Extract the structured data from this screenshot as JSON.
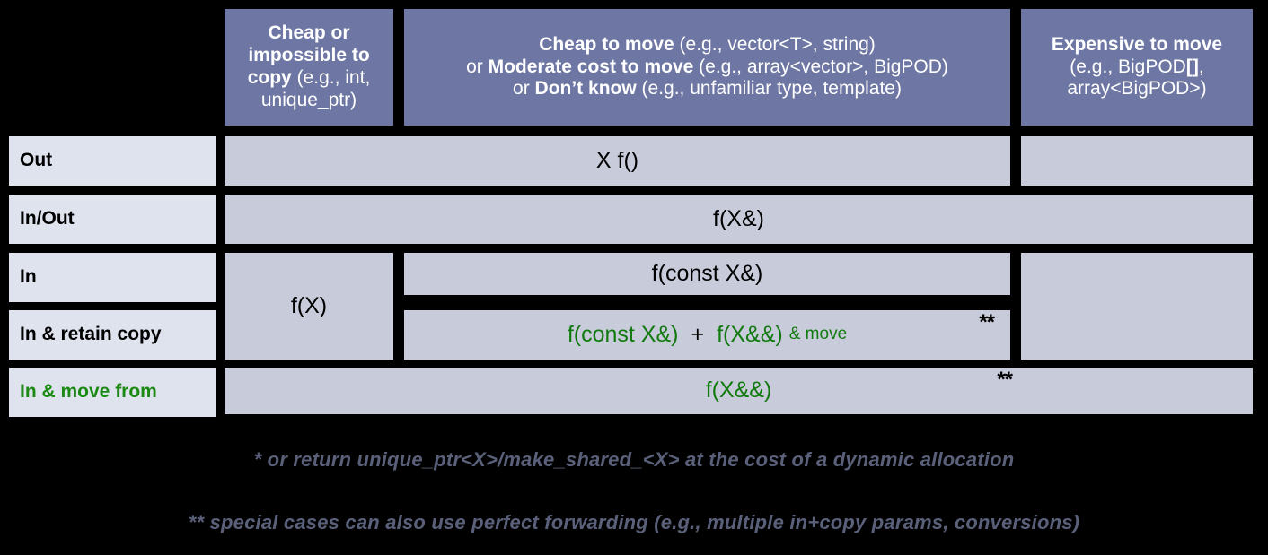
{
  "table": {
    "corner_cell": "",
    "columns": [
      {
        "id": "cheap-or-impossible-to-copy",
        "rich": [
          {
            "text": "Cheap or impossible to copy ",
            "bold": true
          },
          {
            "text": "(e.g., int, unique_ptr)",
            "bold": false
          }
        ],
        "plain": "Cheap or impossible to copy (e.g., int, unique_ptr)"
      },
      {
        "id": "cheap-to-move",
        "rich": [
          {
            "text": "Cheap to move ",
            "bold": true
          },
          {
            "text": "(e.g., vector<T>, string)",
            "bold": false
          },
          {
            "text": "\n",
            "bold": false
          },
          {
            "text": "or ",
            "bold": false
          },
          {
            "text": "Moderate cost to move ",
            "bold": true
          },
          {
            "text": "(e.g., array<vector>, BigPOD)",
            "bold": false
          },
          {
            "text": "\n",
            "bold": false
          },
          {
            "text": "or ",
            "bold": false
          },
          {
            "text": "Don’t know ",
            "bold": true
          },
          {
            "text": "(e.g., unfamiliar type, template)",
            "bold": false
          }
        ],
        "plain": "Cheap to move (e.g., vector<T>, string) or Moderate cost to move (e.g., array<vector>, BigPOD) or Don’t know (e.g., unfamiliar type, template)"
      },
      {
        "id": "expensive-to-move",
        "rich": [
          {
            "text": "Expensive to move",
            "bold": true
          },
          {
            "text": "\n",
            "bold": false
          },
          {
            "text": "(e.g., BigPOD",
            "bold": false
          },
          {
            "text": "[]",
            "bold": true
          },
          {
            "text": ",\narray<BigPOD>)",
            "bold": false
          }
        ],
        "plain": "Expensive to move (e.g., BigPOD[], array<BigPOD>)"
      }
    ],
    "rows": [
      {
        "id": "out",
        "label": "Out",
        "green_label": false
      },
      {
        "id": "in-out",
        "label": "In/Out",
        "green_label": false
      },
      {
        "id": "in",
        "label": "In",
        "green_label": false
      },
      {
        "id": "in-retain-copy",
        "label": "In & retain copy",
        "green_label": false
      },
      {
        "id": "in-move-from",
        "label": "In & move from",
        "green_label": true
      }
    ],
    "cells": {
      "out_wide": "X f()",
      "out_expensive": "",
      "in_out_full": "f(X&)",
      "in_cheap_copy": "f(X)",
      "in_middle": "f(const X&)",
      "in_retain_copy_a": "f(const X&)",
      "in_retain_copy_plus": "+",
      "in_retain_copy_b": "f(X&&)",
      "in_retain_copy_b_suffix": "& move",
      "in_retain_copy_marker": "**",
      "in_expensive": "",
      "in_move_from": "f(X&&)",
      "in_move_from_marker": "**"
    }
  },
  "footnotes": [
    {
      "id": "footnote-single-star",
      "text": "* or return unique_ptr<X>/make_shared_<X> at the cost of a dynamic allocation"
    },
    {
      "id": "footnote-double-star",
      "text": "** special cases can also use perfect forwarding (e.g., multiple in+copy params, conversions)"
    }
  ],
  "colors": {
    "header_blue": "#6e77a3",
    "body_cell": "#c7cbda",
    "row_label": "#dfe3ed",
    "green_text": "#117a0e",
    "background": "#000000",
    "footnote_text": "#5a6079"
  }
}
